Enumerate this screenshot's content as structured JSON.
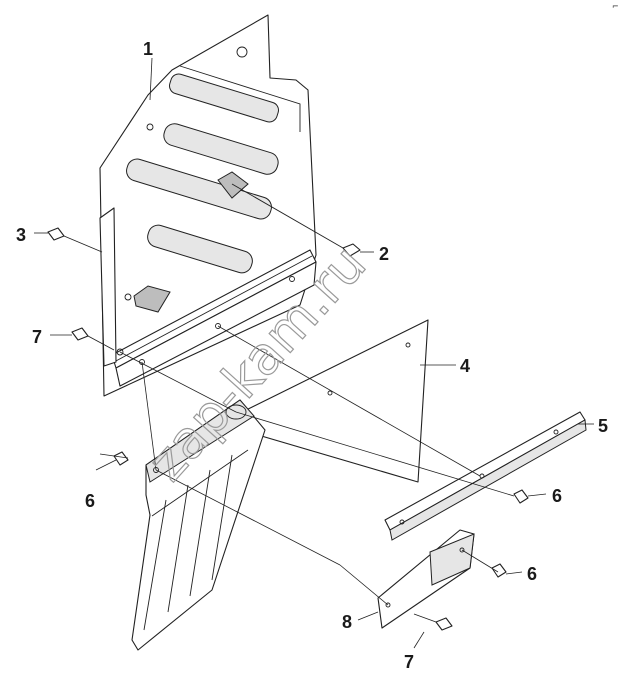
{
  "corner_mark": "⌐",
  "watermark": "zap-kam.ru",
  "callouts": [
    {
      "id": "c1",
      "text": "1"
    },
    {
      "id": "c2",
      "text": "2"
    },
    {
      "id": "c3",
      "text": "3"
    },
    {
      "id": "c4",
      "text": "4"
    },
    {
      "id": "c5",
      "text": "5"
    },
    {
      "id": "c6a",
      "text": "6"
    },
    {
      "id": "c6b",
      "text": "6"
    },
    {
      "id": "c6c",
      "text": "6"
    },
    {
      "id": "c7a",
      "text": "7"
    },
    {
      "id": "c7b",
      "text": "7"
    },
    {
      "id": "c8",
      "text": "8"
    }
  ]
}
